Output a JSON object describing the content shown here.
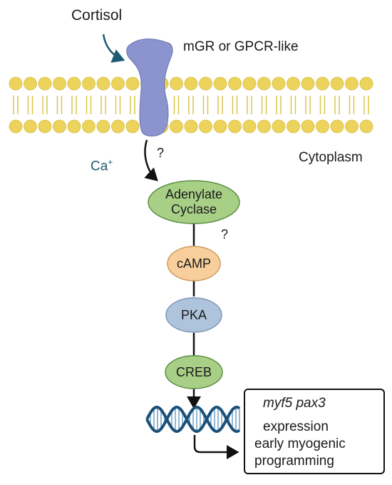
{
  "ligand": {
    "label": "Cortisol"
  },
  "receptor": {
    "label": "mGR or GPCR-like"
  },
  "compartment": {
    "label": "Cytoplasm"
  },
  "ion": {
    "label": "Ca",
    "superscript": "+"
  },
  "uncertain_marks": {
    "receptor_to_ac": "?",
    "ac_to_camp": "?"
  },
  "nodes": {
    "adenylate_cyclase": {
      "line1": "Adenylate",
      "line2": "Cyclase"
    },
    "camp": {
      "label": "cAMP"
    },
    "pka": {
      "label": "PKA"
    },
    "creb": {
      "label": "CREB"
    }
  },
  "outcome": {
    "genes": "myf5 pax3",
    "line1": "expression",
    "line2": "early myogenic",
    "line3": "programming"
  },
  "colors": {
    "lipid_head": "#ecd35c",
    "lipid_tail": "#d9c23f",
    "receptor": "#8c94cf",
    "arrow_teal": "#1f5b73",
    "ac_fill": "#a8cf86",
    "camp_fill": "#f8cf9c",
    "pka_fill": "#aec4dc",
    "creb_fill": "#a8cf86",
    "dna_dark": "#1b5078",
    "dna_light": "#93b8d4"
  }
}
